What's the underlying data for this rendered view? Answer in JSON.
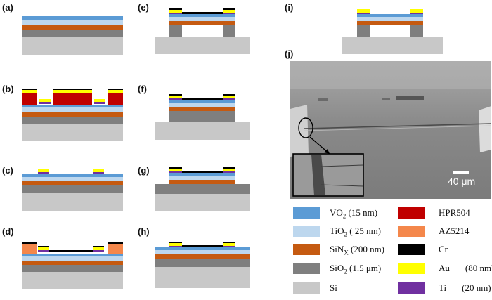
{
  "panels": [
    {
      "id": "a",
      "label": "(a)"
    },
    {
      "id": "b",
      "label": "(b)"
    },
    {
      "id": "c",
      "label": "(c)"
    },
    {
      "id": "d",
      "label": "(d)"
    },
    {
      "id": "e",
      "label": "(e)"
    },
    {
      "id": "f",
      "label": "(f)"
    },
    {
      "id": "g",
      "label": "(g)"
    },
    {
      "id": "h",
      "label": "(h)"
    },
    {
      "id": "i",
      "label": "(i)"
    },
    {
      "id": "j",
      "label": "(j)"
    }
  ],
  "sem": {
    "scalebar_text": "40 μm"
  },
  "legend": [
    {
      "key": "vo2",
      "name": "VO",
      "sub": "2",
      "tail": " (15 nm)",
      "color": "#5b9bd5"
    },
    {
      "key": "tio2",
      "name": "TiO",
      "sub": "2",
      "tail": " ( 25 nm)",
      "color": "#bdd7ee"
    },
    {
      "key": "sinx",
      "name": "SiN",
      "sub": "X",
      "tail": " (200 nm)",
      "color": "#c55a11"
    },
    {
      "key": "sio2",
      "name": "SiO",
      "sub": "2",
      "tail": " (1.5 μm)",
      "color": "#7f7f7f"
    },
    {
      "key": "si",
      "name": "Si",
      "sub": "",
      "tail": "",
      "color": "#c8c8c8"
    },
    {
      "key": "hpr",
      "name": "HPR504",
      "sub": "",
      "tail": "",
      "color": "#c00000"
    },
    {
      "key": "az",
      "name": "AZ5214",
      "sub": "",
      "tail": "",
      "color": "#f4874b"
    },
    {
      "key": "cr",
      "name": "Cr",
      "sub": "",
      "tail": "",
      "color": "#000000"
    },
    {
      "key": "au",
      "name": "Au",
      "sub": "",
      "tail": "(80 nm)",
      "color": "#ffff00"
    },
    {
      "key": "ti",
      "name": "Ti",
      "sub": "",
      "tail": "(20 nm)",
      "color": "#7030a0"
    }
  ]
}
